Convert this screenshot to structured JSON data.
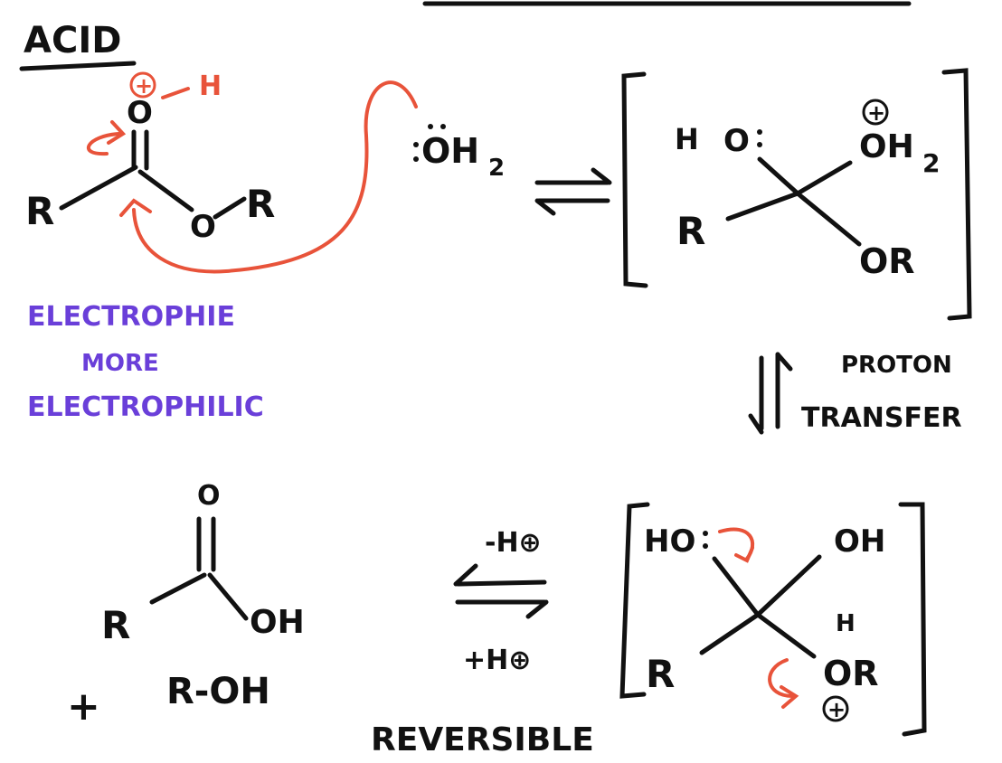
{
  "colors": {
    "ink": "#111111",
    "arrow": "#e8533a",
    "annotation": "#6a3fd9"
  },
  "heading": "ACID",
  "ester": {
    "r_left": "R",
    "carbonyl_o": "O",
    "ester_o": "O",
    "r_right": "R",
    "proton_h": "H",
    "plus": "+"
  },
  "water": {
    "label": "OH",
    "sub": "2"
  },
  "intermediate1": {
    "h": "H",
    "o": "O",
    "r": "R",
    "oh2": "OH",
    "oh2_sub": "2",
    "or": "OR",
    "plus": "+"
  },
  "annotation": {
    "line1": "ELECTROPHIE",
    "line2": "MORE",
    "line3": "ELECTROPHILIC"
  },
  "step": {
    "line1": "PROTON",
    "line2": "TRANSFER"
  },
  "products": {
    "o": "O",
    "r": "R",
    "oh": "OH",
    "plus": "+",
    "alcohol": "R-OH"
  },
  "equilibrium": {
    "top": "-H⊕",
    "bottom": "+H⊕",
    "note": "REVERSIBLE"
  },
  "intermediate2": {
    "ho": "HO",
    "oh": "OH",
    "r": "R",
    "h": "H",
    "or": "OR",
    "plus": "+"
  }
}
